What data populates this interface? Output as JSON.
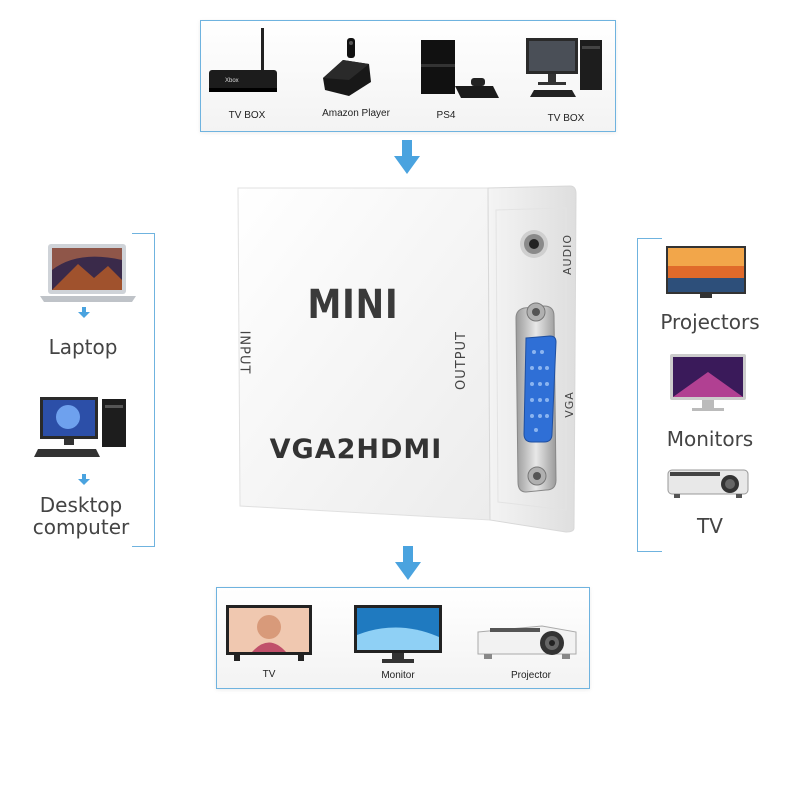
{
  "top_panel": {
    "items": [
      {
        "label": "TV BOX",
        "icon": "tv-box-icon"
      },
      {
        "label": "Amazon Player",
        "icon": "amazon-player-icon"
      },
      {
        "label": "PS4",
        "icon": "ps4-console-icon"
      },
      {
        "label": "TV BOX",
        "icon": "desktop-pc-icon"
      }
    ]
  },
  "device": {
    "brand": "MINI",
    "model": "VGA2HDMI",
    "input_label": "INPUT",
    "output_label": "OUTPUT",
    "audio_label": "AUDIO",
    "vga_label": "VGA",
    "body_color": "#f7f7f7",
    "vga_port_color": "#2f6fd6"
  },
  "left_column": {
    "items": [
      {
        "label": "Laptop",
        "icon": "laptop-icon"
      },
      {
        "label": "Desktop computer",
        "icon": "desktop-computer-icon"
      }
    ]
  },
  "right_column": {
    "items": [
      {
        "label": "Projectors",
        "icon": "projector-screen-icon"
      },
      {
        "label": "Monitors",
        "icon": "monitor-icon"
      },
      {
        "label": "TV",
        "icon": "projector-icon"
      }
    ]
  },
  "bottom_panel": {
    "items": [
      {
        "label": "TV",
        "icon": "tv-icon"
      },
      {
        "label": "Monitor",
        "icon": "monitor-icon"
      },
      {
        "label": "Projector",
        "icon": "projector-icon"
      }
    ]
  },
  "colors": {
    "accent": "#6fb3df",
    "arrow": "#4aa3df"
  }
}
